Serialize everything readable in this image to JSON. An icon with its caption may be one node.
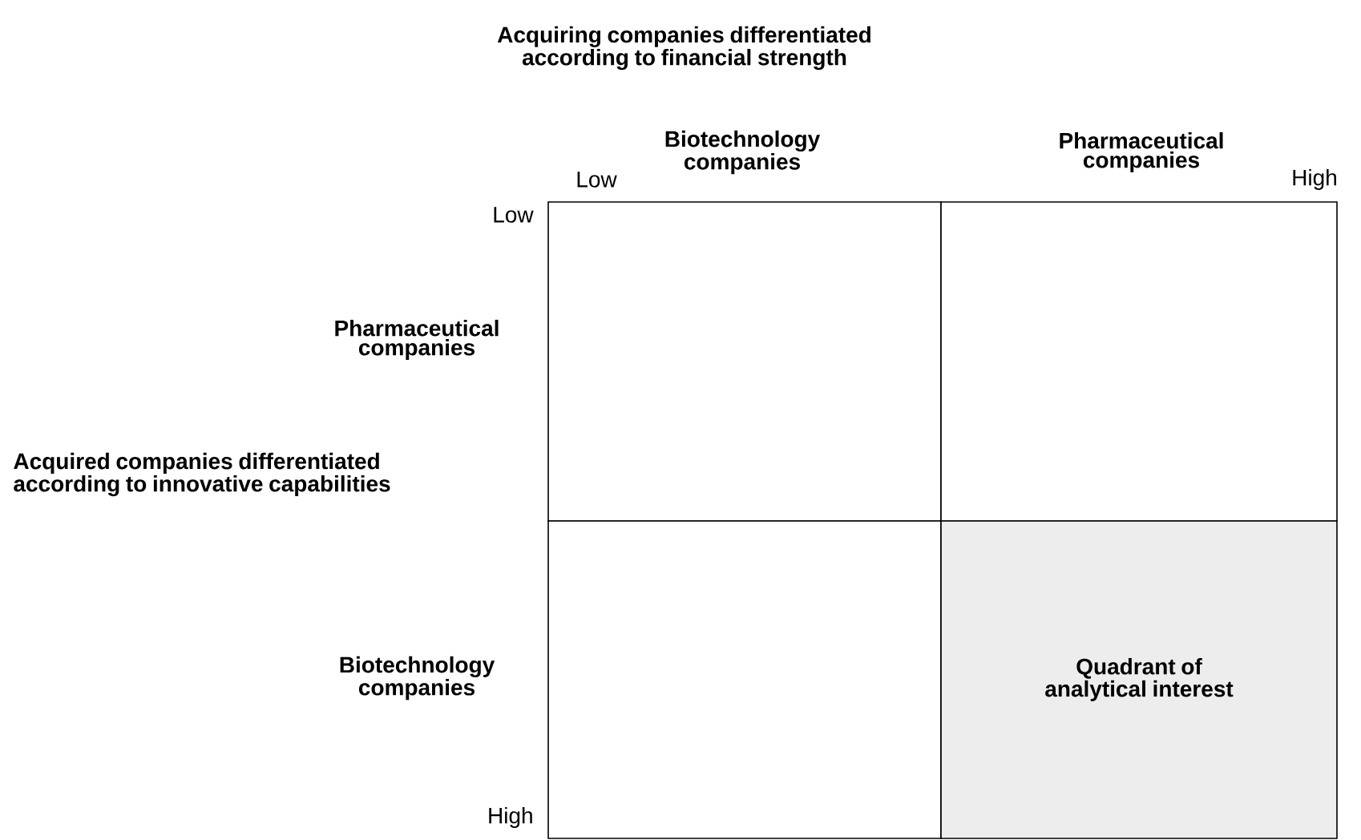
{
  "diagram": {
    "nodes": [
      {
        "text": [],
        "shape": "box"
      },
      {
        "text": [],
        "shape": "box"
      },
      {
        "text": [],
        "shape": "box"
      },
      {
        "text": [
          "Quadrant of analytical interest"
        ]
      }
    ],
    "labels": [
      "Acquiring companies differentiated according to financial strength",
      "Biotechnology companies",
      "Pharmaceutical companies",
      "Low",
      "High",
      "Low",
      "Pharmaceutical companies",
      "Acquired companies differentiated according to innovative capabilities",
      "Biotechnology companies",
      "High"
    ]
  }
}
